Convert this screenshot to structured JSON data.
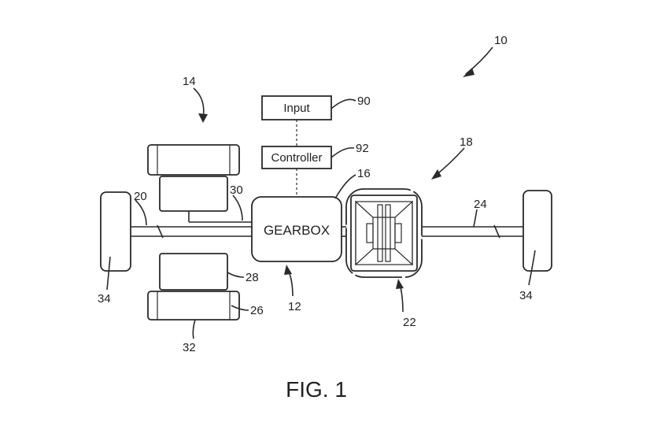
{
  "diagram": {
    "blocks": {
      "input": "Input",
      "controller": "Controller",
      "gearbox": "GEARBOX"
    },
    "refs": {
      "system": "10",
      "motor_top": "14",
      "wheel_left": "34",
      "wheel_right": "34",
      "input_ref": "90",
      "controller_ref": "92",
      "gearbox_housing": "16",
      "assembly_right": "18",
      "shaft_left": "20",
      "shaft_mid": "30",
      "shaft_right": "24",
      "motor_inner": "28",
      "motor_outer": "26",
      "motor_bottom": "32",
      "gearbox_ref": "12",
      "differential": "22"
    },
    "figure_label": "FIG. 1"
  }
}
